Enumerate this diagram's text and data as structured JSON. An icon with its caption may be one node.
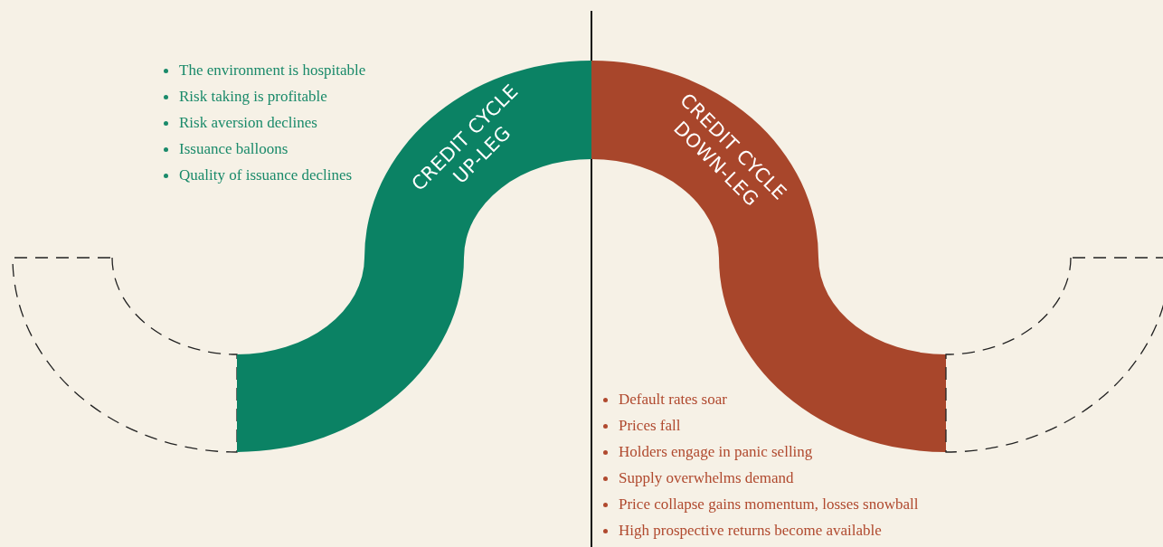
{
  "diagram": {
    "nodes": [
      {
        "text": [],
        "shape": "band"
      },
      {
        "text": [
          "CREDIT CYCLE UP-LEG"
        ]
      },
      {
        "text": [
          "CREDIT CYCLE DOWN-LEG"
        ]
      },
      {
        "text": [],
        "shape": "band"
      }
    ],
    "labels": [
      "The environment is hospitable",
      "Risk taking is profitable",
      "Risk aversion declines",
      "Issuance balloons",
      "Quality of issuance declines",
      "Default rates soar",
      "Prices fall",
      "Holders engage in panic selling",
      "Supply overwhelms demand",
      "Price collapse gains momentum, losses snowball",
      "High prospective returns become available"
    ]
  }
}
